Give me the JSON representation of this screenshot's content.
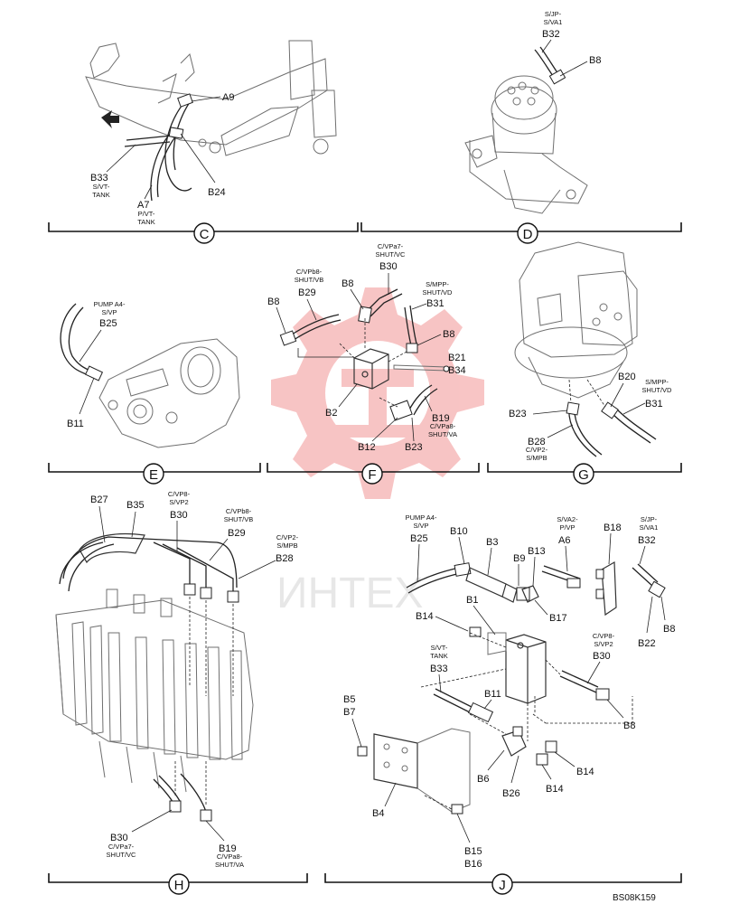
{
  "watermark": {
    "text": "ИНТЕХ",
    "gear_color": "#e84a4a"
  },
  "panels": {
    "C": {
      "letter": "C",
      "callouts": [
        {
          "id": "A9",
          "code": "A9",
          "desc": ""
        },
        {
          "id": "B33",
          "code": "B33",
          "desc": "S/VT-\nTANK"
        },
        {
          "id": "A7",
          "code": "A7",
          "desc": "P/VT-\nTANK"
        },
        {
          "id": "B24",
          "code": "B24",
          "desc": ""
        }
      ]
    },
    "D": {
      "letter": "D",
      "callouts": [
        {
          "id": "B32",
          "code": "B32",
          "desc": "S/JP-\nS/VA1"
        },
        {
          "id": "B8",
          "code": "B8",
          "desc": ""
        }
      ]
    },
    "E": {
      "letter": "E",
      "callouts": [
        {
          "id": "B25",
          "code": "B25",
          "desc": "PUMP A4-\nS/VP"
        },
        {
          "id": "B11",
          "code": "B11",
          "desc": ""
        }
      ]
    },
    "F": {
      "letter": "F",
      "callouts": [
        {
          "id": "B30",
          "code": "B30",
          "desc": "C/VPa7-\nSHUT/VC"
        },
        {
          "id": "B29",
          "code": "B29",
          "desc": "C/VPb8-\nSHUT/VB"
        },
        {
          "id": "B8a",
          "code": "B8",
          "desc": ""
        },
        {
          "id": "B8b",
          "code": "B8",
          "desc": ""
        },
        {
          "id": "B31",
          "code": "B31",
          "desc": "S/MPP-\nSHUT/VD"
        },
        {
          "id": "B8c",
          "code": "B8",
          "desc": ""
        },
        {
          "id": "B21",
          "code": "B21",
          "desc": ""
        },
        {
          "id": "B34",
          "code": "B34",
          "desc": ""
        },
        {
          "id": "B2",
          "code": "B2",
          "desc": ""
        },
        {
          "id": "B19",
          "code": "B19",
          "desc": "C/VPa8-\nSHUT/VA"
        },
        {
          "id": "B12",
          "code": "B12",
          "desc": ""
        },
        {
          "id": "B23",
          "code": "B23",
          "desc": ""
        }
      ]
    },
    "G": {
      "letter": "G",
      "callouts": [
        {
          "id": "B20",
          "code": "B20",
          "desc": ""
        },
        {
          "id": "B31",
          "code": "B31",
          "desc": "S/MPP-\nSHUT/VD"
        },
        {
          "id": "B23",
          "code": "B23",
          "desc": ""
        },
        {
          "id": "B28",
          "code": "B28",
          "desc": "C/VP2-\nS/MPB"
        }
      ]
    },
    "H": {
      "letter": "H",
      "callouts": [
        {
          "id": "B27",
          "code": "B27",
          "desc": ""
        },
        {
          "id": "B35",
          "code": "B35",
          "desc": ""
        },
        {
          "id": "B30",
          "code": "B30",
          "desc": "C/VP8-\nS/VP2"
        },
        {
          "id": "B29",
          "code": "B29",
          "desc": "C/VPb8-\nSHUT/VB"
        },
        {
          "id": "B28",
          "code": "B28",
          "desc": "C/VP2-\nS/MPB"
        },
        {
          "id": "B30b",
          "code": "B30",
          "desc": "C/VPa7-\nSHUT/VC"
        },
        {
          "id": "B19",
          "code": "B19",
          "desc": "C/VPa8-\nSHUT/VA"
        }
      ]
    },
    "J": {
      "letter": "J",
      "callouts": [
        {
          "id": "B25",
          "code": "B25",
          "desc": "PUMP A4-\nS/VP"
        },
        {
          "id": "B10",
          "code": "B10",
          "desc": ""
        },
        {
          "id": "B3",
          "code": "B3",
          "desc": ""
        },
        {
          "id": "B9",
          "code": "B9",
          "desc": ""
        },
        {
          "id": "B13",
          "code": "B13",
          "desc": ""
        },
        {
          "id": "A6",
          "code": "A6",
          "desc": "S/VA2-\nP/VP"
        },
        {
          "id": "B18",
          "code": "B18",
          "desc": ""
        },
        {
          "id": "B32",
          "code": "B32",
          "desc": "S/JP-\nS/VA1"
        },
        {
          "id": "B1",
          "code": "B1",
          "desc": ""
        },
        {
          "id": "B17",
          "code": "B17",
          "desc": ""
        },
        {
          "id": "B14a",
          "code": "B14",
          "desc": ""
        },
        {
          "id": "B8a",
          "code": "B8",
          "desc": ""
        },
        {
          "id": "B22",
          "code": "B22",
          "desc": ""
        },
        {
          "id": "B33",
          "code": "B33",
          "desc": "S/VT-\nTANK"
        },
        {
          "id": "B30",
          "code": "B30",
          "desc": "C/VP8-\nS/VP2"
        },
        {
          "id": "B11",
          "code": "B11",
          "desc": ""
        },
        {
          "id": "B8b",
          "code": "B8",
          "desc": ""
        },
        {
          "id": "B5",
          "code": "B5",
          "desc": ""
        },
        {
          "id": "B7",
          "code": "B7",
          "desc": ""
        },
        {
          "id": "B14b",
          "code": "B14",
          "desc": ""
        },
        {
          "id": "B6",
          "code": "B6",
          "desc": ""
        },
        {
          "id": "B14c",
          "code": "B14",
          "desc": ""
        },
        {
          "id": "B26",
          "code": "B26",
          "desc": ""
        },
        {
          "id": "B4",
          "code": "B4",
          "desc": ""
        },
        {
          "id": "B15",
          "code": "B15",
          "desc": ""
        },
        {
          "id": "B16",
          "code": "B16",
          "desc": ""
        }
      ]
    }
  },
  "drawing_code": "BS08K159"
}
